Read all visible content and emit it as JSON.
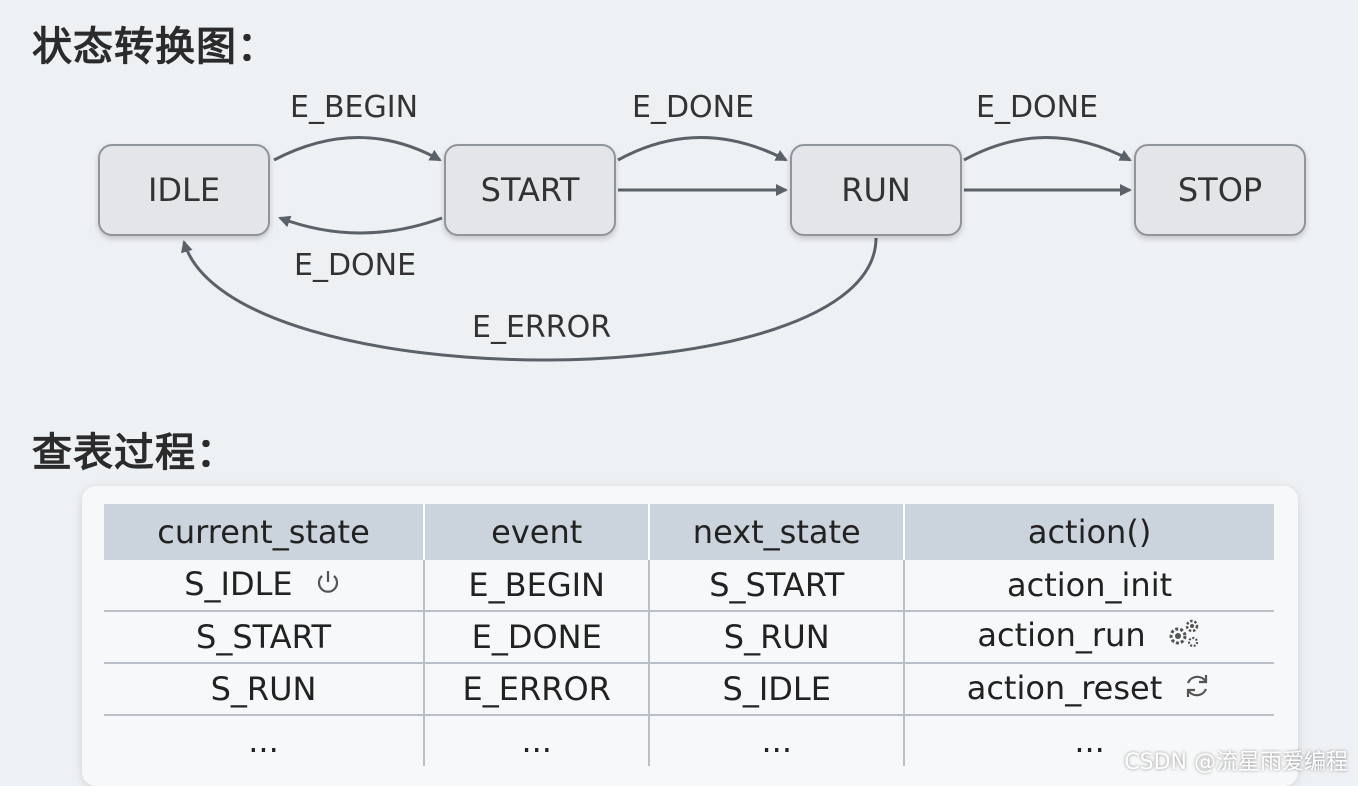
{
  "headings": {
    "diagram": "状态转换图：",
    "table": "查表过程："
  },
  "states": [
    "IDLE",
    "START",
    "RUN",
    "STOP"
  ],
  "transitions": {
    "idle_start": "E_BEGIN",
    "start_idle": "E_DONE",
    "start_run": "E_DONE",
    "run_stop": "E_DONE",
    "run_idle": "E_ERROR"
  },
  "table": {
    "headers": [
      "current_state",
      "event",
      "next_state",
      "action()"
    ],
    "rows": [
      [
        "S_IDLE",
        "E_BEGIN",
        "S_START",
        "action_init"
      ],
      [
        "S_START",
        "E_DONE",
        "S_RUN",
        "action_run"
      ],
      [
        "S_RUN",
        "E_ERROR",
        "S_IDLE",
        "action_reset"
      ],
      [
        "...",
        "...",
        "...",
        "..."
      ]
    ],
    "row_icons": [
      "power-icon",
      "gears-icon",
      "refresh-icon",
      ""
    ]
  },
  "watermark": "CSDN @流星雨爱编程",
  "colors": {
    "arrow": "#5a6168",
    "node_fill": "#e3e5e8",
    "header_fill": "#cbd4dd"
  }
}
